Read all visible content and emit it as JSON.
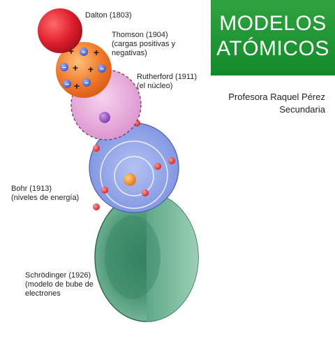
{
  "title": {
    "line1": "MODELOS",
    "line2": "ATÓMICOS"
  },
  "author": {
    "name": "Profesora Raquel Pérez",
    "level": "Secundaria"
  },
  "models": [
    {
      "label": "Dalton (1803)"
    },
    {
      "label": "Thomson (1904)\n(cargas positivas y\nnegativas)"
    },
    {
      "label": "Rutherford (1911)\n(el núcleo)"
    },
    {
      "label": "Bohr (1913)\n(niveles de energía)"
    },
    {
      "label": "Schrödinger (1926)\n(modelo de bube de\nelectrones"
    }
  ],
  "symbols": {
    "plus": "+",
    "minus": "−"
  },
  "colors": {
    "banner": "#1e9a34",
    "dalton": "#e0202e",
    "thomson": "#f07a2a",
    "rutherford": "#e6a8d8",
    "bohr": "#8fa4e6",
    "schrodinger": "#4f9b78"
  }
}
